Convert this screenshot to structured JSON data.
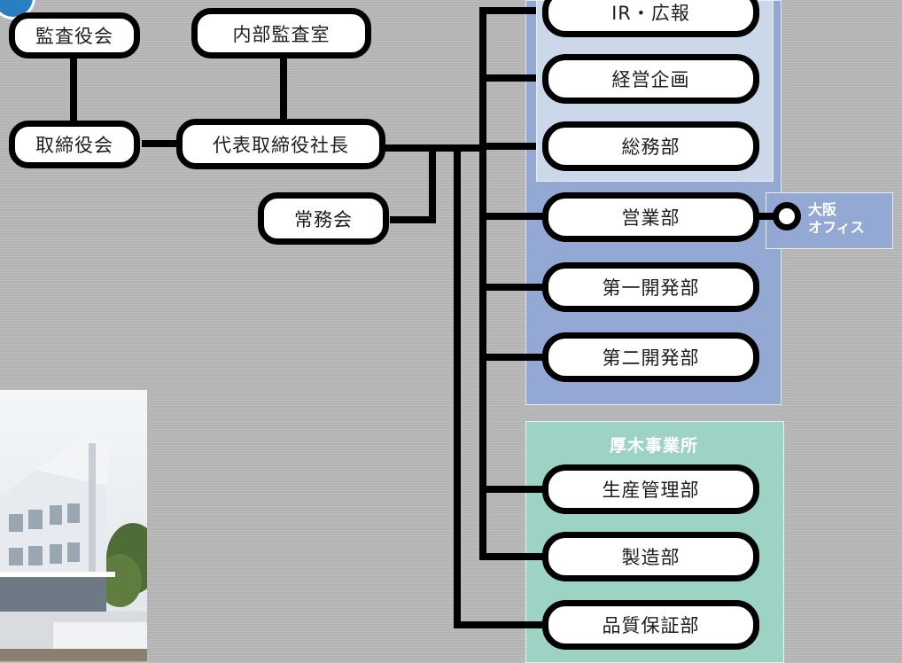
{
  "nodes": {
    "kansayakukai": "監査役会",
    "naibu_kansa": "内部監査室",
    "torishimariyakukai": "取締役会",
    "shacho": "代表取締役社長",
    "jomukai": "常務会",
    "ir_koho": "IR・広報",
    "keiei_kikaku": "経営企画",
    "somubu": "総務部",
    "eigyobu": "営業部",
    "daiichi_kaihatsu": "第一開発部",
    "daini_kaihatsu": "第二開発部",
    "seisan_kanri": "生産管理部",
    "seizobu": "製造部",
    "hinshitsu_hosho": "品質保証部"
  },
  "panels": {
    "atsugi_title": "厚木事業所"
  },
  "osaka_office": {
    "line1": "大阪",
    "line2": "オフィス"
  },
  "colors": {
    "background": "#b9b9b9",
    "panel_lightblue": "#cad8ea",
    "panel_blue": "#93a9d3",
    "panel_teal": "#9dd3c5",
    "badge": "#2a7fc0"
  },
  "icons": {
    "badge": "circle-badge-icon",
    "osaka_marker": "ring-marker-icon"
  }
}
